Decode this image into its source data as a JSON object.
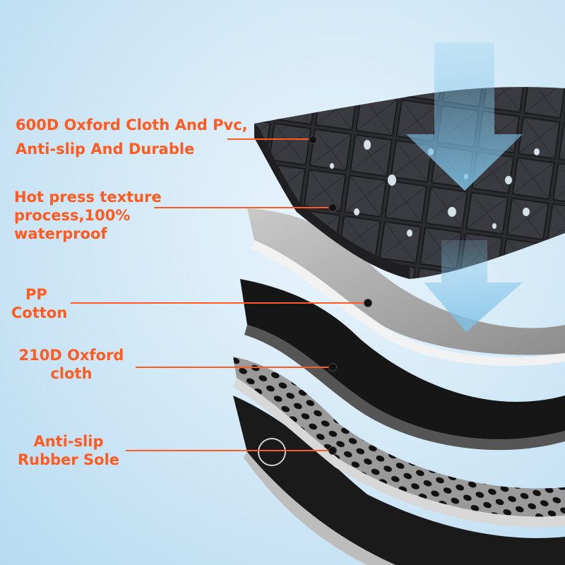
{
  "labels": [
    {
      "lines": [
        "600D Oxford Cloth And Pvc,",
        "Anti-slip And Durable"
      ]
    },
    {
      "lines": [
        "Hot press texture",
        "process,100%",
        "waterproof"
      ]
    },
    {
      "lines": [
        "PP",
        "Cotton"
      ]
    },
    {
      "lines": [
        "210D Oxford",
        "cloth"
      ]
    },
    {
      "lines": [
        "Anti-slip",
        "Rubber Sole"
      ]
    }
  ],
  "colors": {
    "label_text": "#ff5a1f",
    "leader_line": "#ff5a1f",
    "background": "#cfe7f6",
    "arrow": "#7fc3e8"
  },
  "icons": [
    "down-arrow-icon",
    "water-drop-icon"
  ]
}
